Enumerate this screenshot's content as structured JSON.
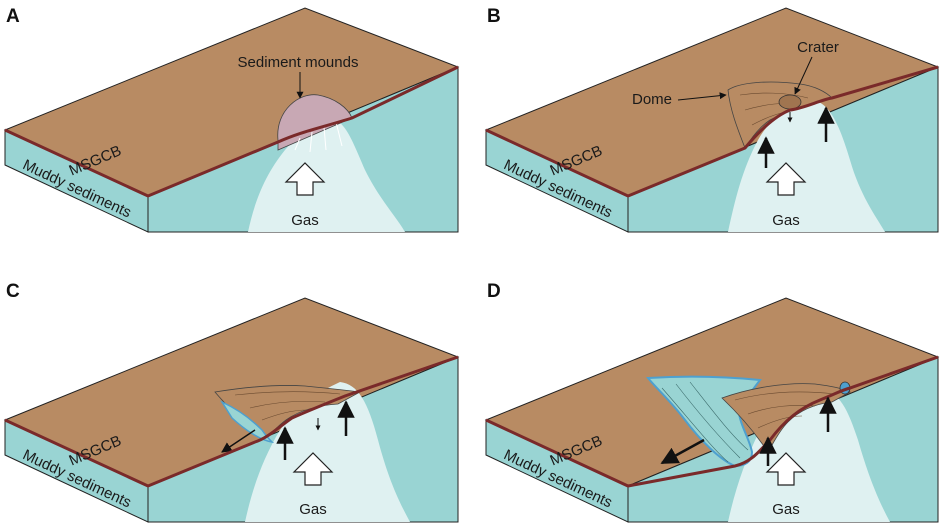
{
  "colors": {
    "surface": "#b88b63",
    "side": "#99d4d3",
    "gas": "#dff1f1",
    "seam": "#7a2a2a",
    "outline": "#222222",
    "mound": "#c8a8b4",
    "water_blue": "#4ea0cf"
  },
  "panels": [
    {
      "letter": "A",
      "labels": {
        "msgcb": "MSGCB",
        "sediments": "Muddy sediments",
        "gas": "Gas",
        "callout": "Sediment mounds"
      }
    },
    {
      "letter": "B",
      "labels": {
        "msgcb": "MSGCB",
        "sediments": "Muddy sediments",
        "gas": "Gas",
        "crater": "Crater",
        "dome": "Dome"
      }
    },
    {
      "letter": "C",
      "labels": {
        "msgcb": "MSGCB",
        "sediments": "Muddy sediments",
        "gas": "Gas"
      }
    },
    {
      "letter": "D",
      "labels": {
        "msgcb": "MSGCB",
        "sediments": "Muddy sediments",
        "gas": "Gas"
      }
    }
  ]
}
